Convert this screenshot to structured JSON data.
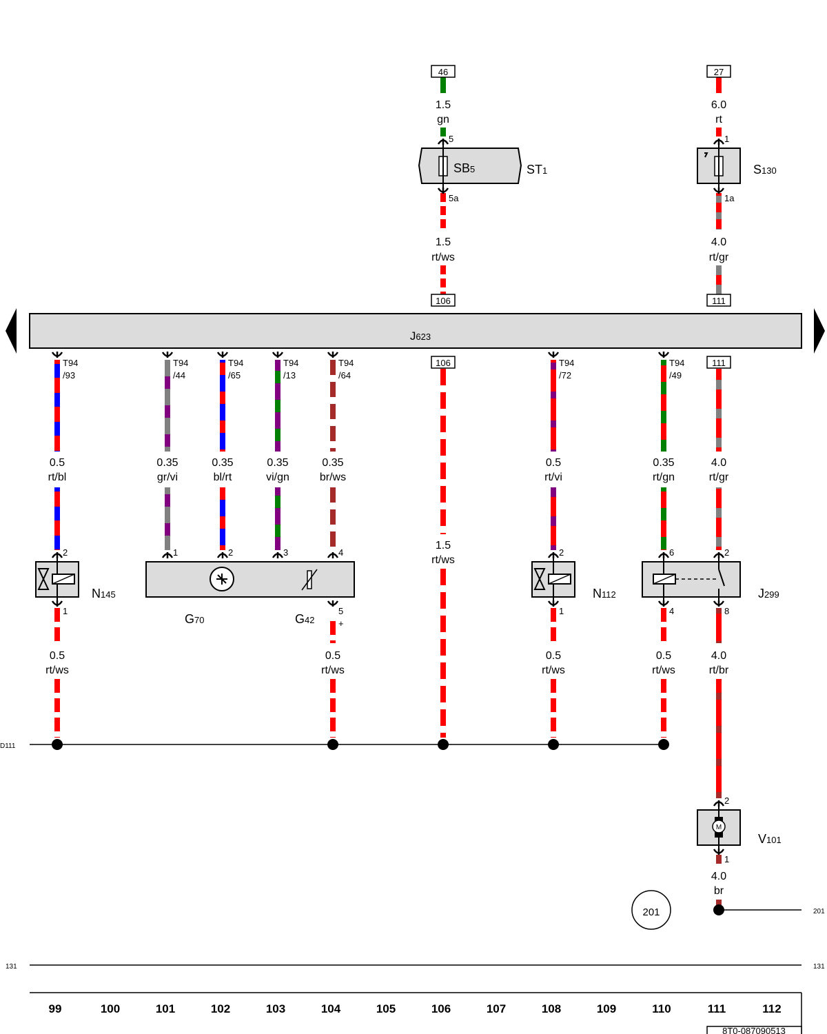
{
  "diagram": {
    "control_unit": {
      "label": "J",
      "sub": "623"
    },
    "doc_number": "8T0-087090513",
    "circle_ref": "201",
    "ground_right_ref": "201",
    "left_bus_label": "D111",
    "line131_left": "131",
    "line131_right": "131",
    "columns": [
      "99",
      "100",
      "101",
      "102",
      "103",
      "104",
      "105",
      "106",
      "107",
      "108",
      "109",
      "110",
      "111",
      "112"
    ],
    "components": [
      {
        "id": "st1",
        "label": "ST",
        "sub": "1"
      },
      {
        "id": "sb5",
        "label": "SB",
        "sub": "5"
      },
      {
        "id": "s130",
        "label": "S",
        "sub": "130"
      },
      {
        "id": "n145",
        "label": "N",
        "sub": "145"
      },
      {
        "id": "g70",
        "label": "G",
        "sub": "70"
      },
      {
        "id": "g42",
        "label": "G",
        "sub": "42"
      },
      {
        "id": "n112",
        "label": "N",
        "sub": "112"
      },
      {
        "id": "j299",
        "label": "J",
        "sub": "299"
      },
      {
        "id": "v101",
        "label": "V",
        "sub": "101"
      }
    ],
    "terminals": [
      "46",
      "27",
      "106",
      "111",
      "106",
      "111"
    ],
    "connectors": [
      {
        "id": "c93",
        "line1": "T94",
        "line2": "/93"
      },
      {
        "id": "c44",
        "line1": "T94",
        "line2": "/44"
      },
      {
        "id": "c65",
        "line1": "T94",
        "line2": "/65"
      },
      {
        "id": "c13",
        "line1": "T94",
        "line2": "/13"
      },
      {
        "id": "c64",
        "line1": "T94",
        "line2": "/64"
      },
      {
        "id": "c72",
        "line1": "T94",
        "line2": "/72"
      },
      {
        "id": "c49",
        "line1": "T94",
        "line2": "/49"
      }
    ],
    "pins": [
      "5",
      "5a",
      "1",
      "1a",
      "2",
      "1",
      "1",
      "2",
      "3",
      "4",
      "5",
      "+",
      "2",
      "1",
      "6",
      "2",
      "4",
      "8",
      "2",
      "1"
    ],
    "wires": [
      {
        "id": "w-gn",
        "size": "1.5",
        "color": "gn"
      },
      {
        "id": "w-rt",
        "size": "6.0",
        "color": "rt"
      },
      {
        "id": "w-rtws-top",
        "size": "1.5",
        "color": "rt/ws"
      },
      {
        "id": "w-rtgr-top",
        "size": "4.0",
        "color": "rt/gr"
      },
      {
        "id": "w-rtbl",
        "size": "0.5",
        "color": "rt/bl"
      },
      {
        "id": "w-grvi",
        "size": "0.35",
        "color": "gr/vi"
      },
      {
        "id": "w-blrt",
        "size": "0.35",
        "color": "bl/rt"
      },
      {
        "id": "w-vign",
        "size": "0.35",
        "color": "vi/gn"
      },
      {
        "id": "w-brws",
        "size": "0.35",
        "color": "br/ws"
      },
      {
        "id": "w-rtvi",
        "size": "0.5",
        "color": "rt/vi"
      },
      {
        "id": "w-rtgn",
        "size": "0.35",
        "color": "rt/gn"
      },
      {
        "id": "w-rtgr-mid",
        "size": "4.0",
        "color": "rt/gr"
      },
      {
        "id": "w-rtws-106",
        "size": "1.5",
        "color": "rt/ws"
      },
      {
        "id": "w-rtws-99",
        "size": "0.5",
        "color": "rt/ws"
      },
      {
        "id": "w-rtws-104",
        "size": "0.5",
        "color": "rt/ws"
      },
      {
        "id": "w-rtws-108",
        "size": "0.5",
        "color": "rt/ws"
      },
      {
        "id": "w-rtws-110",
        "size": "0.5",
        "color": "rt/ws"
      },
      {
        "id": "w-rtbr",
        "size": "4.0",
        "color": "rt/br"
      },
      {
        "id": "w-br",
        "size": "4.0",
        "color": "br"
      }
    ],
    "wire_colors": {
      "rt": "#ff0000",
      "ws": "#ffffff",
      "gn": "#008000",
      "bl": "#0000ff",
      "gr": "#808080",
      "vi": "#800080",
      "br": "#a52a2a"
    }
  }
}
